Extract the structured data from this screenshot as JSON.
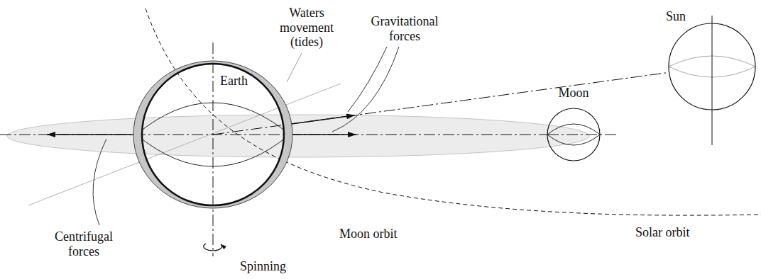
{
  "diagram": {
    "nodes": [
      {
        "text": [
          "Earth"
        ]
      },
      {
        "text": [
          "Moon"
        ]
      },
      {
        "text": [
          "Sun"
        ]
      }
    ],
    "edges": [
      {
        "from": 0,
        "to": 1,
        "arrow": "none"
      },
      {
        "from": 0,
        "to": 2,
        "arrow": "none"
      }
    ],
    "labels": [
      "Waters movement (tides)",
      "Gravitational forces",
      "Centrifugal forces",
      "Spinning",
      "Moon orbit",
      "Solar orbit"
    ]
  }
}
